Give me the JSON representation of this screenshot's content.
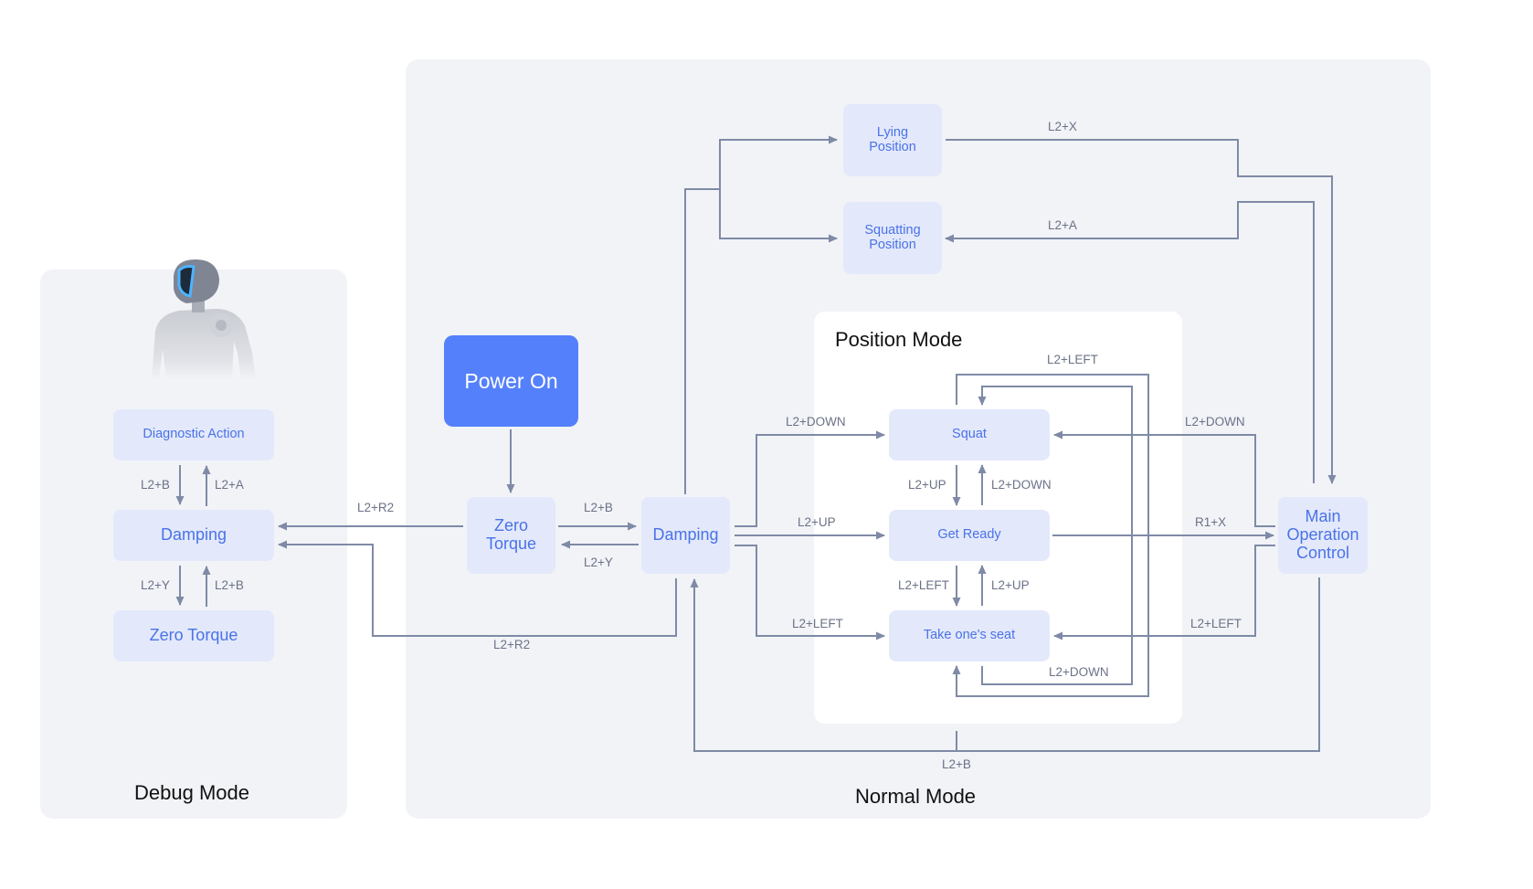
{
  "modes": {
    "debug": "Debug Mode",
    "normal": "Normal Mode",
    "position": "Position Mode"
  },
  "nodes": {
    "diagnostic_action": "Diagnostic Action",
    "debug_damping": "Damping",
    "debug_zero_torque": "Zero Torque",
    "power_on": "Power On",
    "zero_torque": "Zero\nTorque",
    "damping": "Damping",
    "lying_position": "Lying\nPosition",
    "squatting_position": "Squatting\nPosition",
    "squat": "Squat",
    "get_ready": "Get Ready",
    "take_seat": "Take one's seat",
    "main_control": "Main\nOperation\nControl"
  },
  "labels": {
    "diag_to_damp": "L2+B",
    "damp_to_diag": "L2+A",
    "damp_to_zt": "L2+Y",
    "zt_to_damp": "L2+B",
    "zt_to_debug": "L2+R2",
    "damp_to_debug": "L2+R2",
    "zt_to_damping": "L2+B",
    "damping_to_zt": "L2+Y",
    "lying_to_main": "L2+X",
    "main_to_squatting": "L2+A",
    "squat_loop": "L2+LEFT",
    "damping_to_squat": "L2+DOWN",
    "damping_to_ready": "L2+UP",
    "damping_to_seat": "L2+LEFT",
    "main_to_squat": "L2+DOWN",
    "ready_to_main": "R1+X",
    "main_to_seat": "L2+LEFT",
    "squat_to_ready": "L2+UP",
    "ready_to_squat": "L2+DOWN",
    "ready_to_seat": "L2+LEFT",
    "seat_to_ready": "L2+UP",
    "seat_loop": "L2+DOWN",
    "main_to_damping": "L2+B"
  },
  "colors": {
    "panel": "#f1f3f7",
    "node": "#e3e9fb",
    "node_text": "#4a72e8",
    "power_on": "#5480fb",
    "arrow": "#7f8aa6"
  }
}
